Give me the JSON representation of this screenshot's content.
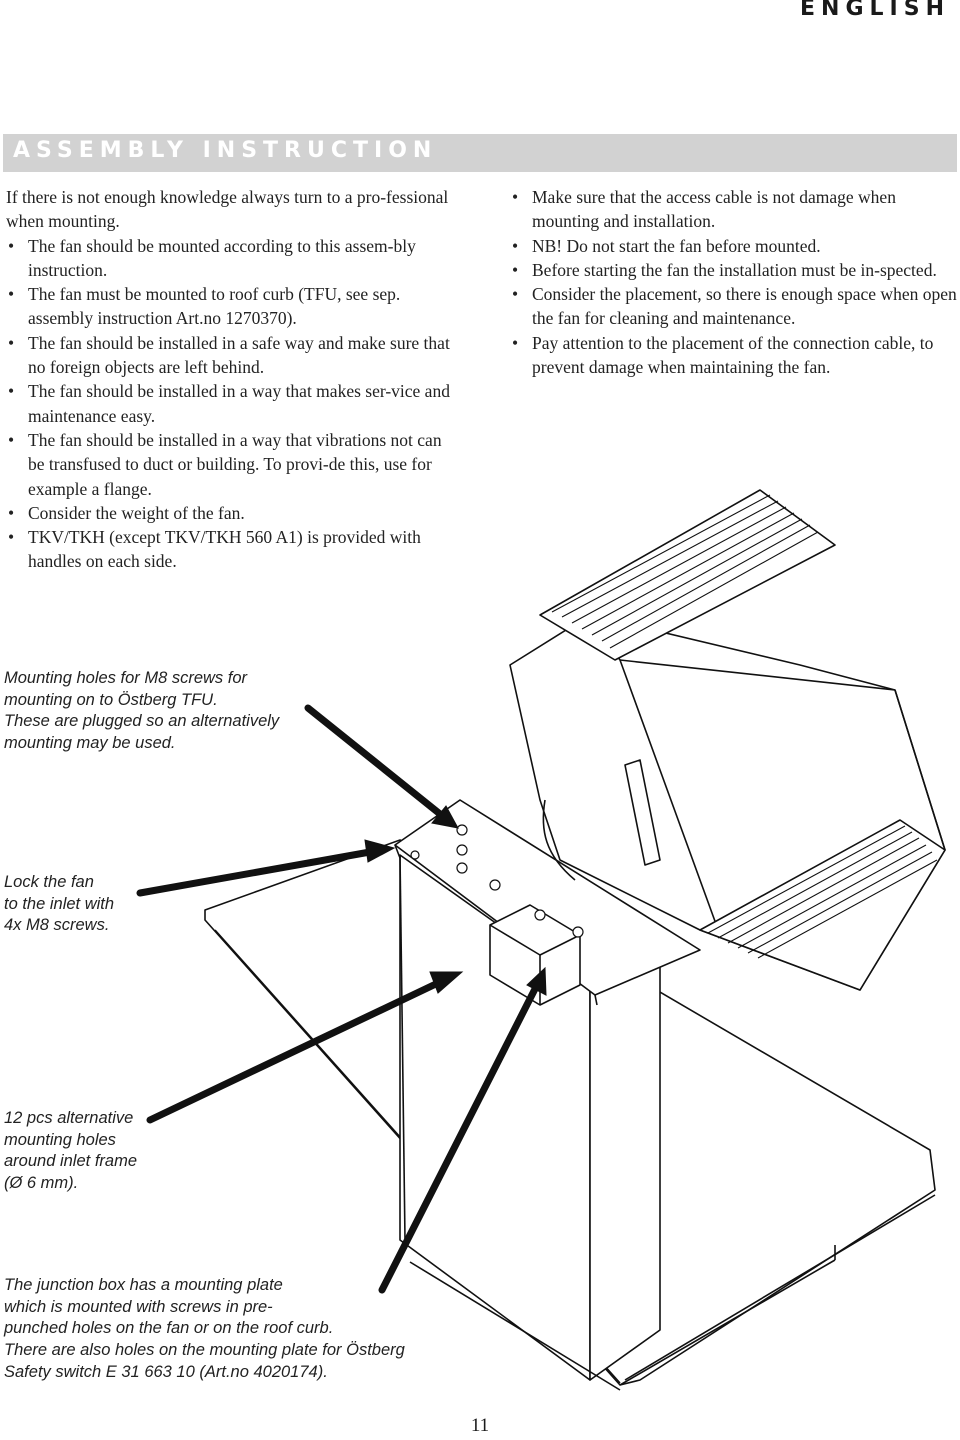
{
  "header": {
    "language": "ENGLISH"
  },
  "section": {
    "title": "ASSEMBLY INSTRUCTION"
  },
  "left_column": {
    "intro": "If there is not enough knowledge always turn to a pro-fessional when mounting.",
    "bullets": [
      "The fan should be mounted according to this assem-bly instruction.",
      "The fan must be mounted to roof curb (TFU, see sep. assembly instruction Art.no 1270370).",
      "The fan should be installed in a safe way and make sure that no foreign objects are left behind.",
      "The fan should be installed in a way that makes ser-vice and maintenance easy.",
      "The fan should be installed in a way that vibrations not can be transfused to duct or building. To provi-de this, use for example a flange.",
      "Consider the weight of the fan.",
      "TKV/TKH (except TKV/TKH 560 A1)  is provided with handles on each side."
    ]
  },
  "right_column": {
    "bullets": [
      "Make sure that the access cable is not damage when mounting and installation.",
      "NB! Do not start the fan before mounted.",
      "Before starting the fan the installation must be in-spected.",
      "Consider the placement, so there is enough space when open the fan for cleaning and maintenance.",
      "Pay attention to the placement of the connection cable, to prevent damage when maintaining the fan."
    ]
  },
  "callouts": {
    "mounting_holes": [
      "Mounting holes for M8 screws for",
      "mounting on to Östberg TFU.",
      "These are plugged so an alternatively",
      "mounting may be used."
    ],
    "lock_fan": [
      "Lock the fan",
      "to the inlet with",
      "4x M8 screws."
    ],
    "alt_holes": [
      "12 pcs alternative",
      "mounting holes",
      "around inlet frame",
      "(Ø 6 mm)."
    ],
    "junction_box": [
      "The junction box has a mounting plate",
      "which is mounted with screws in pre-",
      "punched holes on the fan or on the roof curb.",
      "There are also holes on the mounting plate for Östberg",
      "Safety switch E 31 663 10 (Art.no 4020174)."
    ]
  },
  "footer": {
    "page_number": "11"
  }
}
